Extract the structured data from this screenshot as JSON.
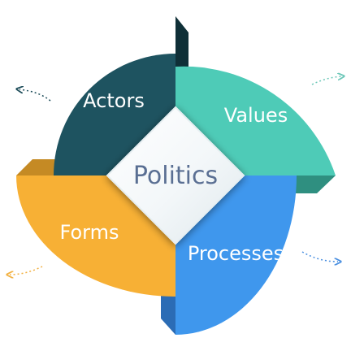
{
  "diagram": {
    "center": {
      "label": "Politics"
    },
    "petals": [
      {
        "label": "Actors",
        "color": "#1e5360",
        "side_color": "#0f2f37"
      },
      {
        "label": "Values",
        "color": "#4ecbb7",
        "side_color": "#2f8f80"
      },
      {
        "label": "Processes",
        "color": "#3f97ed",
        "side_color": "#2b6cb5"
      },
      {
        "label": "Forms",
        "color": "#f7b035",
        "side_color": "#c58a24"
      }
    ],
    "arrow_color": "#6cc7b8",
    "arrow_color_alt": "#f2b040",
    "arrow_color_blue": "#4a8fe0",
    "arrow_color_dark": "#1e4d5a"
  }
}
